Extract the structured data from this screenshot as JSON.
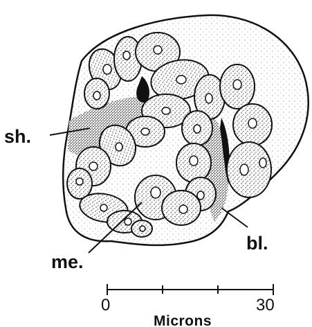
{
  "labels": {
    "sheath": "sh.",
    "basal_lamina": "bl.",
    "mesenchyme": "me."
  },
  "scale_bar": {
    "start": "0",
    "end": "30",
    "unit": "Microns"
  }
}
